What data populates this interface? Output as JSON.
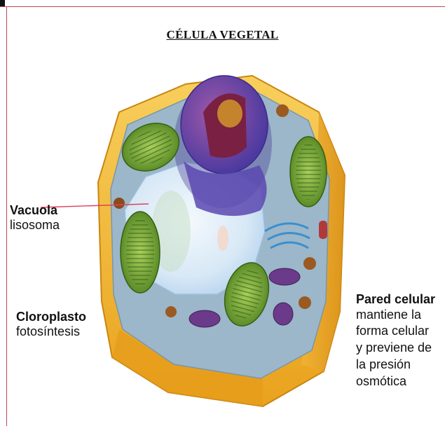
{
  "title": "CÉLULA VEGETAL",
  "labels": {
    "vacuola": {
      "name": "Vacuola",
      "desc": "lisosoma"
    },
    "cloroplasto": {
      "name": "Cloroplasto",
      "desc": "fotosíntesis"
    },
    "pared": {
      "name": "Pared  celular",
      "desc_lines": [
        "mantiene la",
        "forma celular",
        "y previene de",
        "la presión",
        "osmótica"
      ]
    }
  },
  "colors": {
    "cell_wall": "#f3b62e",
    "chloroplast": "#6a9f2e",
    "nucleus": "#6a4fb8",
    "vacuole": "#cfe3f4",
    "pointer": "#e0405a"
  }
}
